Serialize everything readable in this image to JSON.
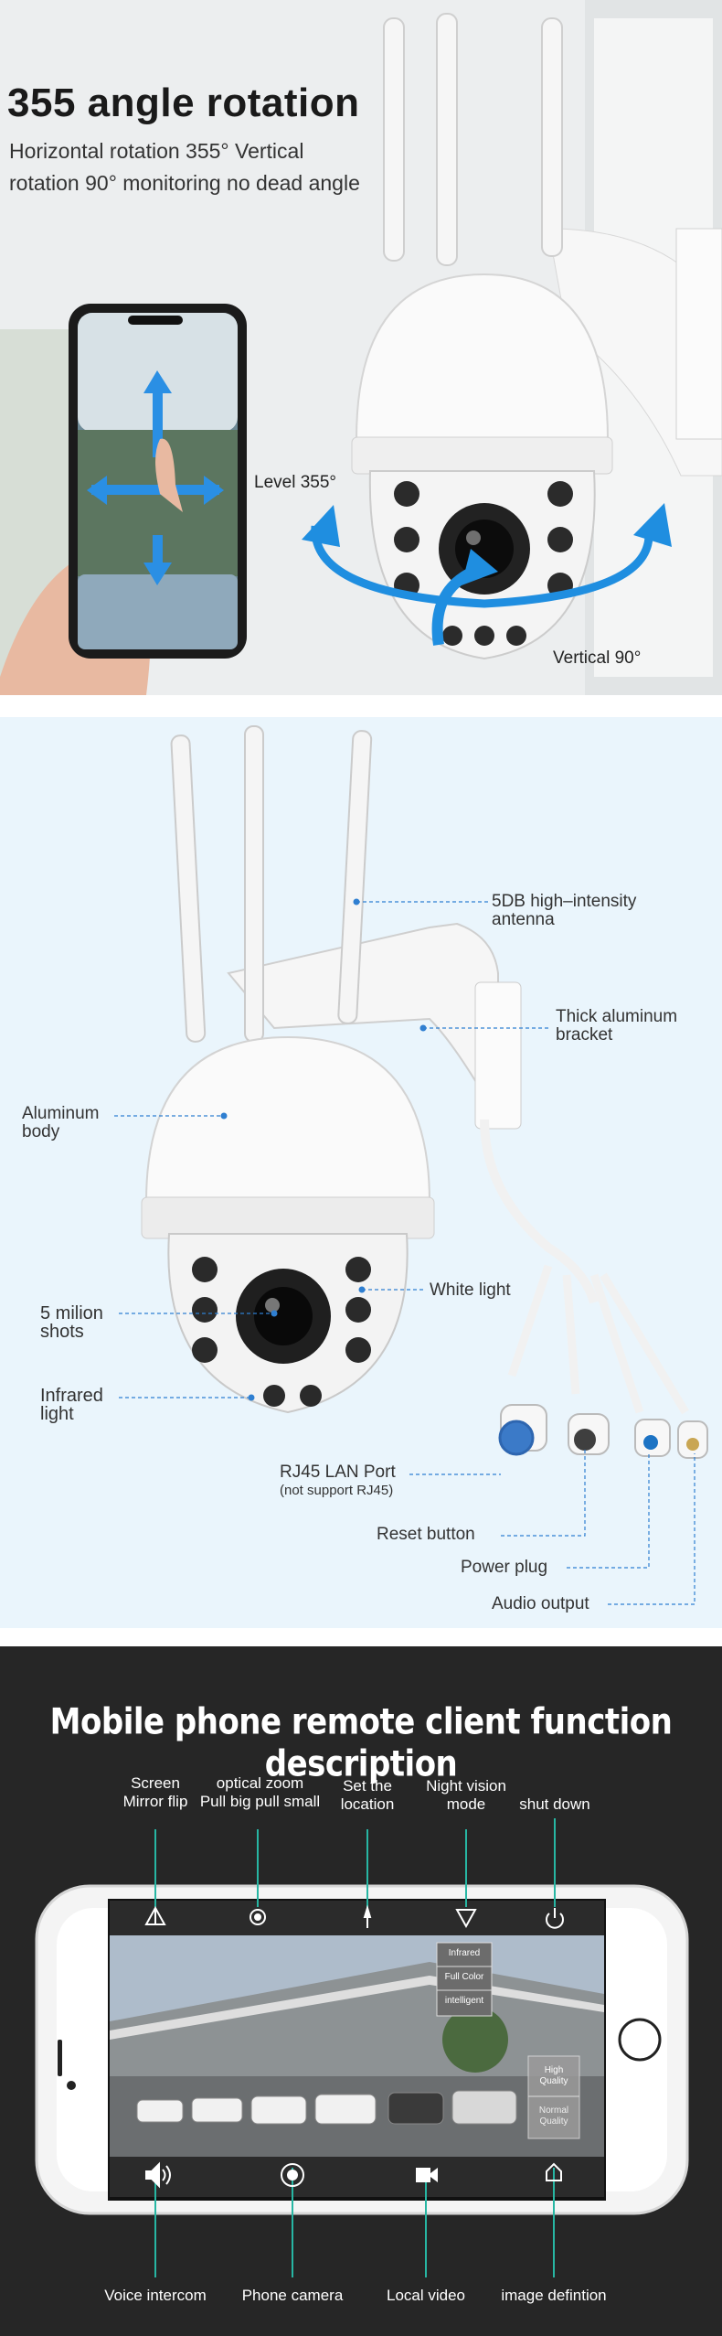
{
  "panel1": {
    "title": "355 angle rotation",
    "subtitle_line1": "Horizontal rotation 355° Vertical",
    "subtitle_line2": "rotation 90° monitoring no dead angle",
    "level_label": "Level 355°",
    "vertical_label": "Vertical 90°"
  },
  "panel2": {
    "antenna_label_1": "5DB high–intensity",
    "antenna_label_2": "antenna",
    "bracket_label_1": "Thick aluminum",
    "bracket_label_2": "bracket",
    "body_label_1": "Aluminum",
    "body_label_2": "body",
    "white_light_label": "White light",
    "shots_label_1": "5 milion",
    "shots_label_2": "shots",
    "infrared_label_1": "Infrared",
    "infrared_label_2": "light",
    "rj45_label": "RJ45 LAN Port",
    "rj45_note": "(not support RJ45)",
    "reset_label": "Reset button",
    "power_label": "Power plug",
    "audio_label": "Audio output"
  },
  "panel3": {
    "title": "Mobile phone remote client function description",
    "top_labels": [
      {
        "l1": "Screen",
        "l2": "Mirror flip"
      },
      {
        "l1": "optical zoom",
        "l2": "Pull big pull small"
      },
      {
        "l1": "Set the",
        "l2": "location"
      },
      {
        "l1": "Night vision",
        "l2": "mode"
      },
      {
        "l1": "shut down",
        "l2": ""
      }
    ],
    "bottom_labels": [
      "Voice intercom",
      "Phone camera",
      "Local video",
      "image defintion"
    ],
    "night_menu": [
      "Infrared",
      "Full Color",
      "intelligent"
    ],
    "quality_menu": [
      "High Quality",
      "Normal Quality"
    ]
  },
  "colors": {
    "arrow_blue": "#1f8ee0",
    "leader_blue": "#2f7fd1",
    "leader_teal": "#27b6a3",
    "panel2_bg": "#eaf5fc",
    "panel3_bg": "#262626"
  }
}
